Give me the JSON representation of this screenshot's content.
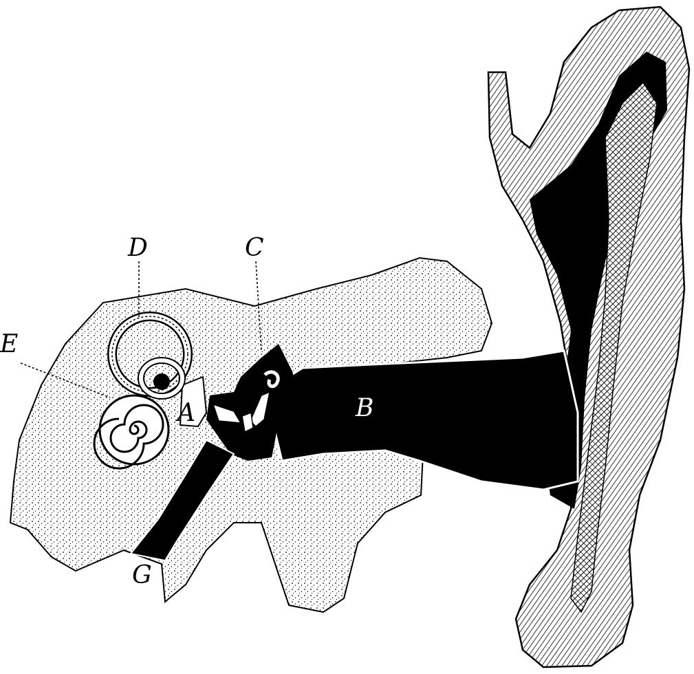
{
  "labels": {
    "A": "A",
    "B": "B",
    "C": "C",
    "D": "D",
    "E": "E",
    "G": "G"
  },
  "colors": {
    "ink": "#000000",
    "paper": "#ffffff",
    "bone_stipple": "#000000"
  }
}
